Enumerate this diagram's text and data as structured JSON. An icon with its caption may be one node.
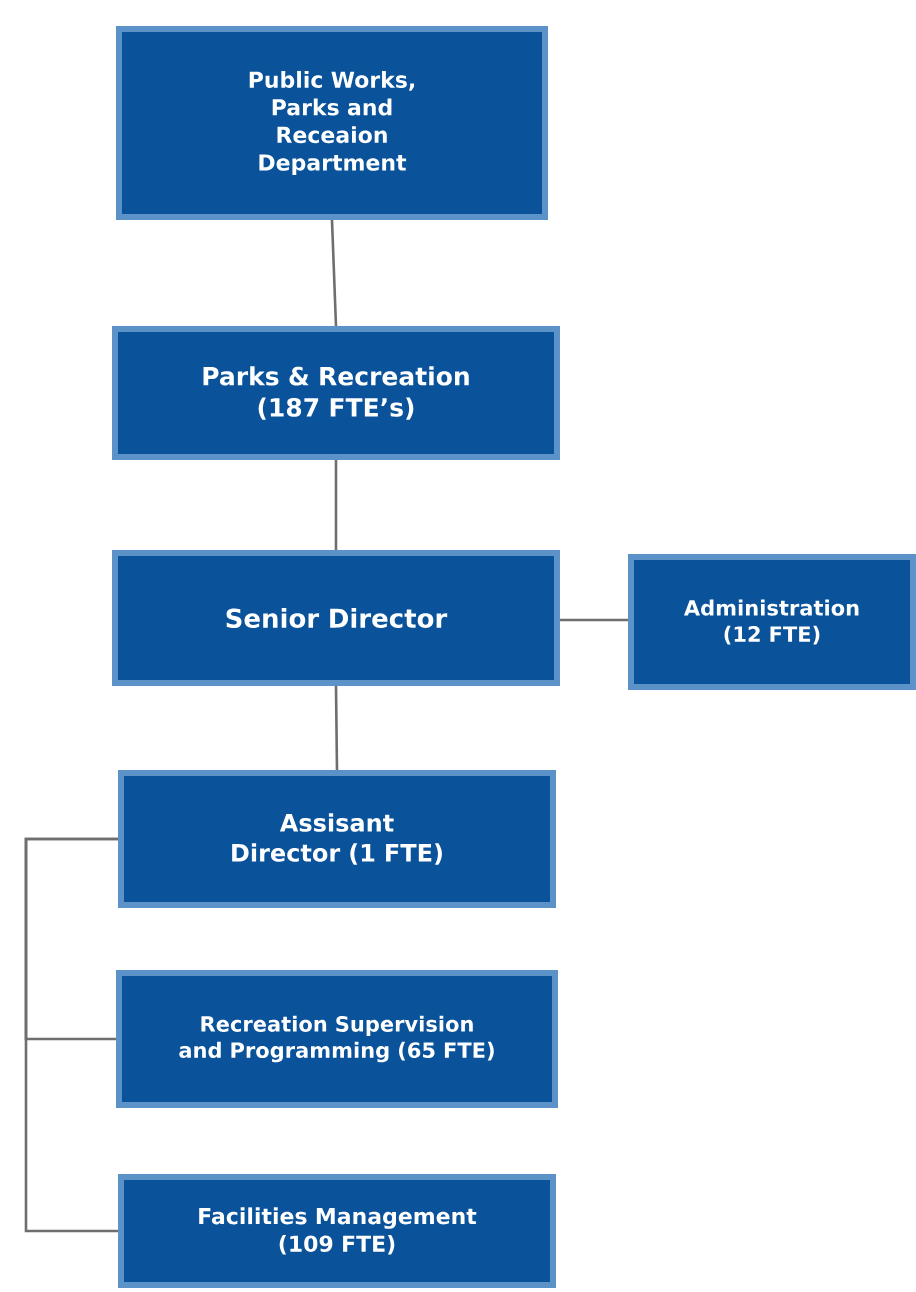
{
  "diagram": {
    "nodes": [
      {
        "text": [
          "Public Works, Parks and Receaion Department"
        ]
      },
      {
        "text": [
          "Parks & Recreation (187 FTE’s)"
        ]
      },
      {
        "text": [
          "Senior Director"
        ]
      },
      {
        "text": [
          "Administration (12 FTE)"
        ]
      },
      {
        "text": [
          "Assisant Director (1 FTE)"
        ]
      },
      {
        "text": [
          "Recreation Supervision and Programming (65 FTE)"
        ]
      },
      {
        "text": [
          "Facilities Management (109 FTE)"
        ]
      }
    ],
    "edges": [
      {
        "from": 0,
        "to": 1,
        "arrow": "none"
      },
      {
        "from": 1,
        "to": 2,
        "arrow": "none"
      },
      {
        "from": 2,
        "to": 3,
        "arrow": "none"
      },
      {
        "from": 2,
        "to": 4,
        "arrow": "none"
      },
      {
        "from": 4,
        "to": 5,
        "arrow": "none"
      },
      {
        "from": 4,
        "to": 6,
        "arrow": "none"
      }
    ]
  }
}
